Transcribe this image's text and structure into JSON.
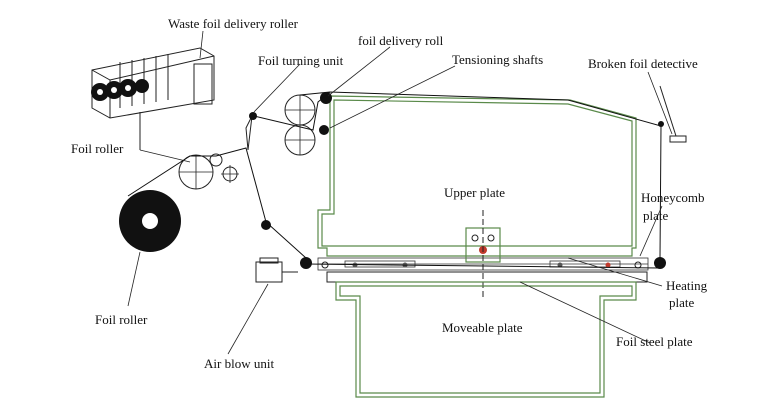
{
  "labels": {
    "waste_foil_delivery_roller": "Waste foil delivery roller",
    "foil_delivery_roll": "foil delivery roll",
    "foil_turning_unit": "Foil turning unit",
    "tensioning_shafts": "Tensioning shafts",
    "broken_foil_detective": "Broken foil detective",
    "foil_roller_top": "Foil roller",
    "upper_plate": "Upper plate",
    "honeycomb_plate_line1": "Honeycomb",
    "honeycomb_plate_line2": "plate",
    "heating_plate_line1": "Heating",
    "heating_plate_line2": "plate",
    "moveable_plate": "Moveable plate",
    "foil_steel_plate": "Foil steel plate",
    "foil_roller_bottom": "Foil roller",
    "air_blow_unit": "Air blow unit"
  },
  "colors": {
    "plate_outline": "#5a8a4a",
    "ink": "#111111",
    "accent_red": "#c0392b"
  }
}
